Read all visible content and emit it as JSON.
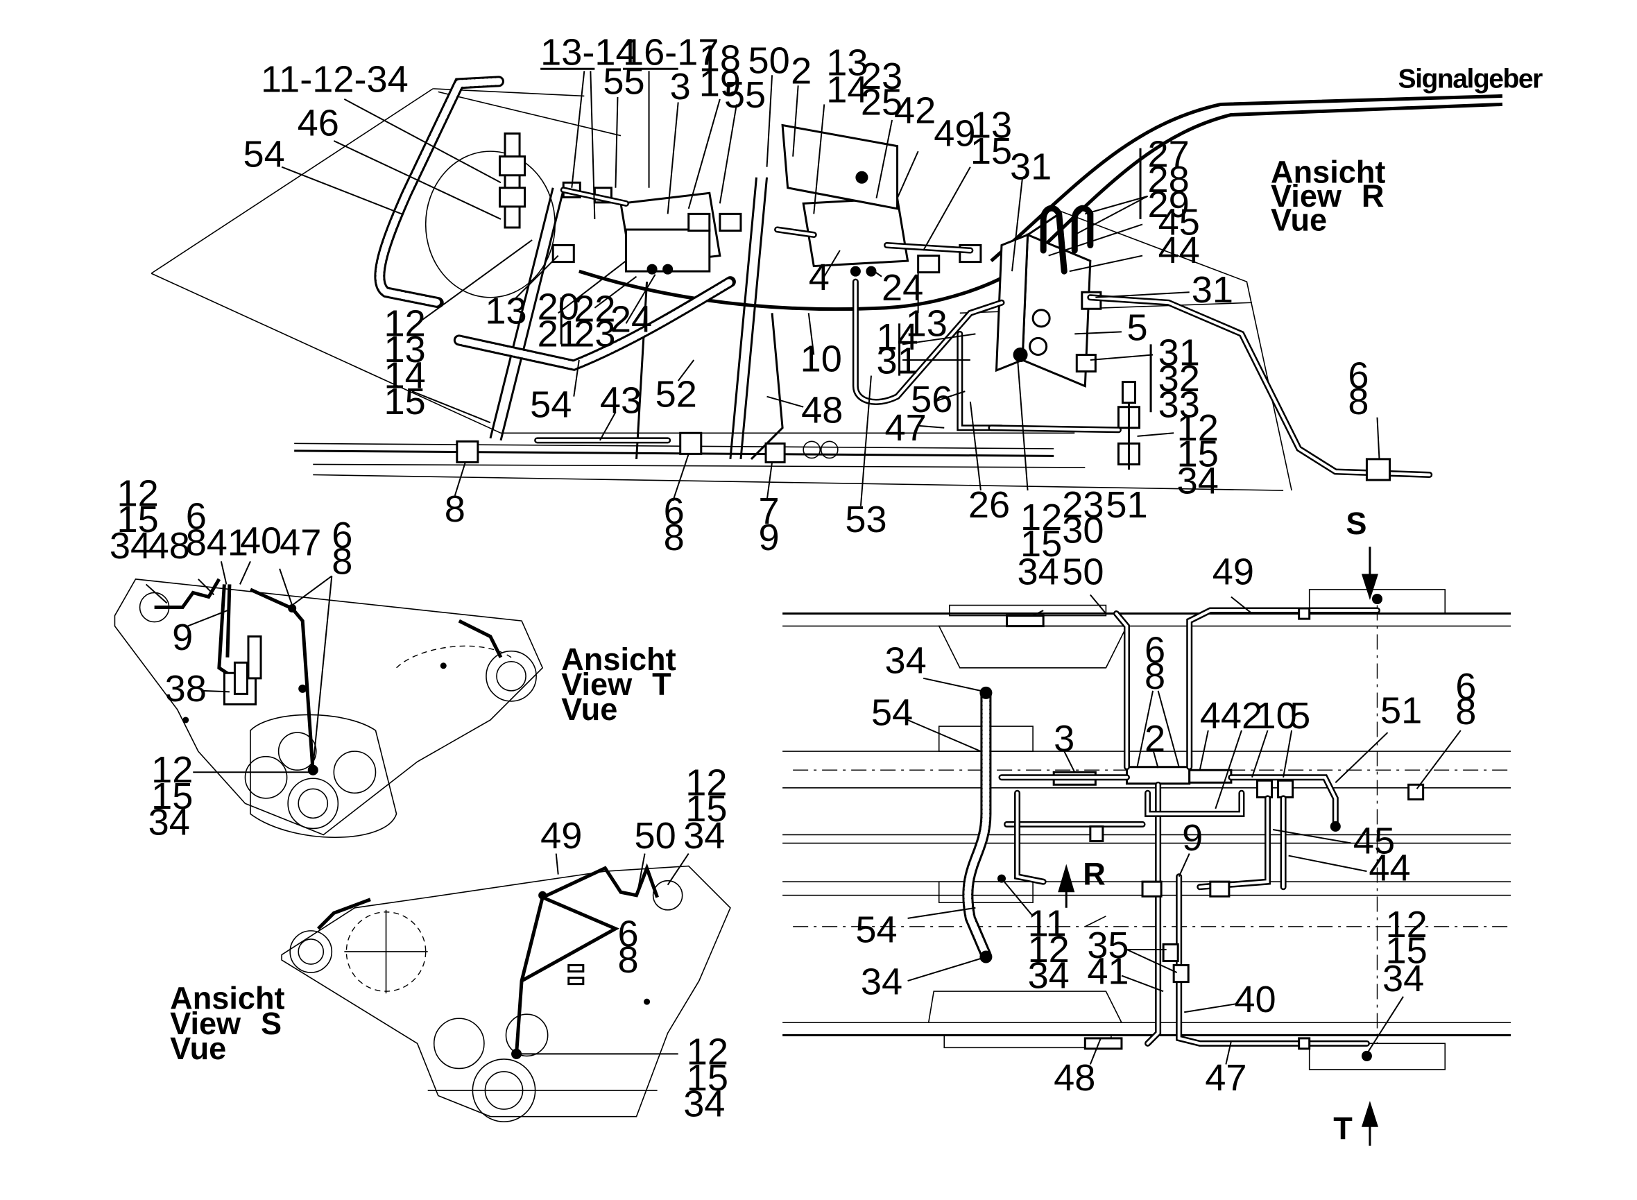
{
  "signal_label": "Signalgeber",
  "views": {
    "r": {
      "l1": "Ansicht",
      "l2": "View",
      "l3": "Vue",
      "letter": "R"
    },
    "t": {
      "l1": "Ansicht",
      "l2": "View",
      "l3": "Vue",
      "letter": "T"
    },
    "s": {
      "l1": "Ansicht",
      "l2": "View",
      "l3": "Vue",
      "letter": "S"
    }
  },
  "arrows": {
    "s": "S",
    "t": "T",
    "r": "R"
  },
  "labels": {
    "a1": "11-12-34",
    "a2": "46",
    "a3": "54",
    "a4": "13-14",
    "a5": "16-17",
    "a6": "55",
    "a7": "3",
    "a8": "18",
    "a9": "19",
    "a10": "55",
    "a11": "50",
    "a12": "2",
    "a13": "13",
    "a14": "14",
    "a15": "23",
    "a16": "25",
    "a17": "42",
    "a18": "49",
    "a19": "13",
    "a20": "15",
    "a21": "31",
    "a22": "27",
    "a23": "28",
    "a24": "29",
    "a25": "45",
    "a26": "44",
    "a27": "31",
    "a28": "5",
    "a29": "31",
    "a30": "32",
    "a31": "33",
    "a32": "6",
    "a33": "8",
    "a34": "12",
    "a35": "15",
    "a36": "34",
    "a37": "51",
    "a38": "23",
    "a39": "30",
    "a40": "26",
    "a41": "47",
    "a42": "56",
    "a43": "14",
    "a44": "31",
    "a45": "53",
    "a46": "10",
    "a47": "13",
    "a48": "24",
    "a49": "4",
    "a50": "24",
    "a51": "22",
    "a52": "23",
    "a53": "20",
    "a54": "21",
    "a55": "13",
    "a56": "12",
    "a57": "13",
    "a58": "14",
    "a59": "15",
    "a60": "54",
    "a61": "43",
    "a62": "52",
    "a63": "48",
    "a64": "8",
    "a65": "6",
    "a66": "8",
    "a67": "7",
    "a68": "9"
  },
  "labels_t": {
    "t1": "12",
    "t2": "15",
    "t3": "34",
    "t4": "48",
    "t5": "6",
    "t6": "8",
    "t7": "41",
    "t8": "40",
    "t9": "47",
    "t10": "6",
    "t11": "8",
    "t12": "9",
    "t13": "38",
    "t14": "12",
    "t15": "15",
    "t16": "34"
  },
  "labels_s": {
    "s1": "12",
    "s2": "15",
    "s3": "34",
    "s4": "49",
    "s5": "50",
    "s6": "6",
    "s7": "8",
    "s8": "12",
    "s9": "15",
    "s10": "34"
  },
  "labels_p": {
    "p1": "12",
    "p2": "15",
    "p3": "34",
    "p4": "50",
    "p5": "49",
    "p6": "34",
    "p7": "54",
    "p8": "6",
    "p9": "8",
    "p10": "3",
    "p11": "2",
    "p12": "4",
    "p13": "42",
    "p14": "10",
    "p15": "5",
    "p16": "51",
    "p17": "6",
    "p18": "8",
    "p19": "45",
    "p20": "44",
    "p21": "9",
    "p22": "11",
    "p23": "12",
    "p24": "34",
    "p25": "54",
    "p26": "35",
    "p27": "41",
    "p28": "40",
    "p29": "34",
    "p30": "48",
    "p31": "47",
    "p32": "12",
    "p33": "15",
    "p34": "34"
  }
}
